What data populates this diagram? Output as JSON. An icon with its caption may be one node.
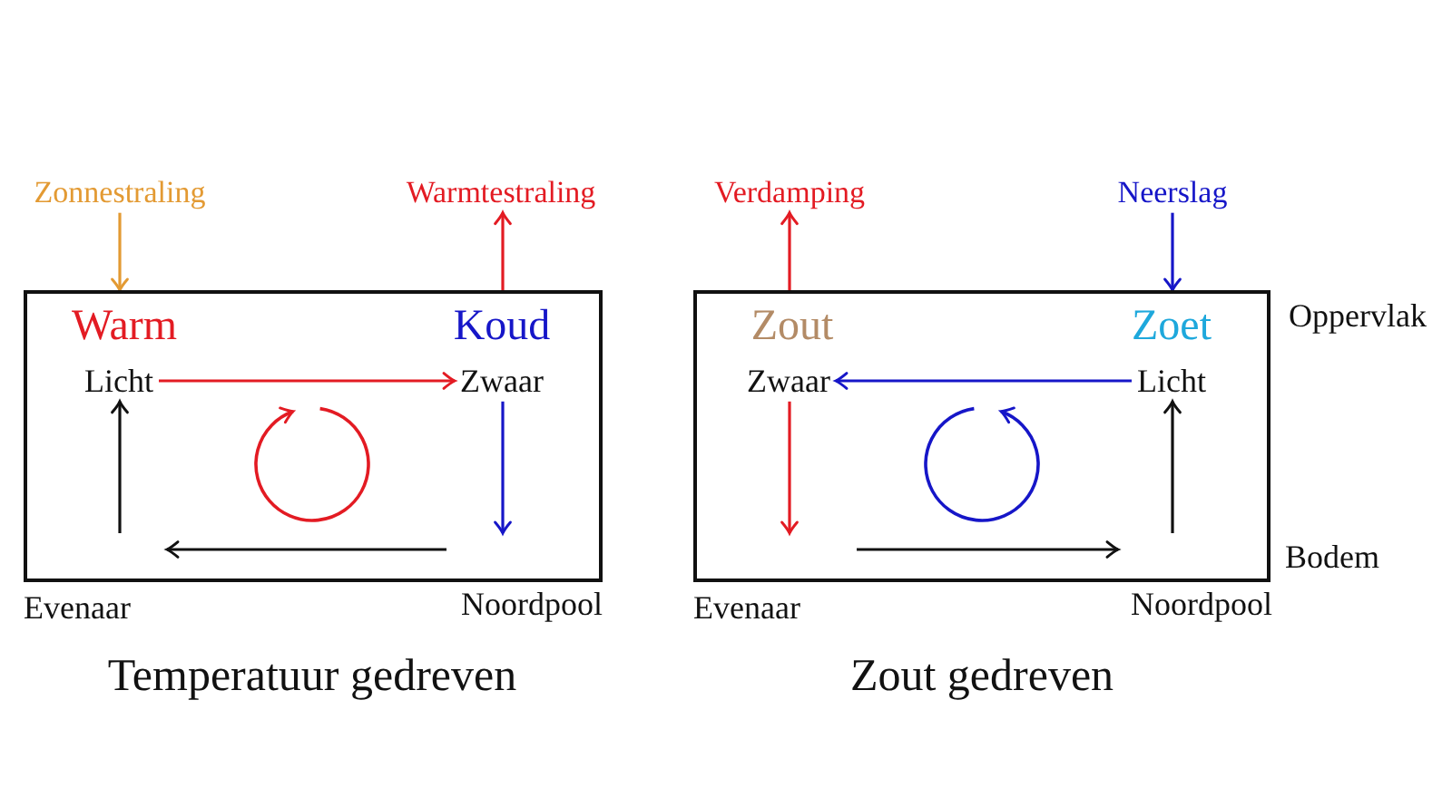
{
  "diagram": {
    "nodes": [
      {
        "text": [
          "Zonnestraling"
        ]
      },
      {
        "text": [
          "Warmtestraling"
        ]
      },
      {
        "text": [
          "Warm",
          "Koud"
        ],
        "beside": [
          "Evenaar",
          "Noordpool",
          "Temperatuur gedreven"
        ]
      },
      {
        "text": [
          "Licht"
        ],
        "in": 2
      },
      {
        "text": [
          "Zwaar"
        ],
        "in": 2
      },
      {
        "text": [
          "Verdamping"
        ]
      },
      {
        "text": [
          "Neerslag"
        ]
      },
      {
        "text": [
          "Zout",
          "Zoet"
        ],
        "beside": [
          "Evenaar",
          "Noordpool",
          "Zout gedreven"
        ]
      },
      {
        "text": [
          "Zwaar"
        ],
        "in": 7
      },
      {
        "text": [
          "Licht"
        ],
        "in": 7
      }
    ],
    "edges": [
      {
        "from": 0,
        "to": 2,
        "arrow": "to",
        "color": "#e39a33"
      },
      {
        "from": 2,
        "to": 1,
        "arrow": "to",
        "color": "#e31b23"
      },
      {
        "from": 3,
        "to": 4,
        "arrow": "to",
        "color": "#e31b23"
      },
      {
        "from": 4,
        "to": null,
        "arrow": "to",
        "color": "#1616c8"
      },
      {
        "from": null,
        "to": 3,
        "arrow": "to",
        "color": "#111111"
      },
      {
        "from": 7,
        "to": 5,
        "arrow": "to",
        "color": "#e31b23"
      },
      {
        "from": 6,
        "to": 7,
        "arrow": "to",
        "color": "#1616c8"
      },
      {
        "from": 9,
        "to": 8,
        "arrow": "to",
        "color": "#1616c8"
      },
      {
        "from": 8,
        "to": null,
        "arrow": "to",
        "color": "#e31b23"
      },
      {
        "from": null,
        "to": 9,
        "arrow": "to",
        "color": "#111111"
      }
    ],
    "labels": [
      "Oppervlak",
      "Bodem"
    ]
  }
}
